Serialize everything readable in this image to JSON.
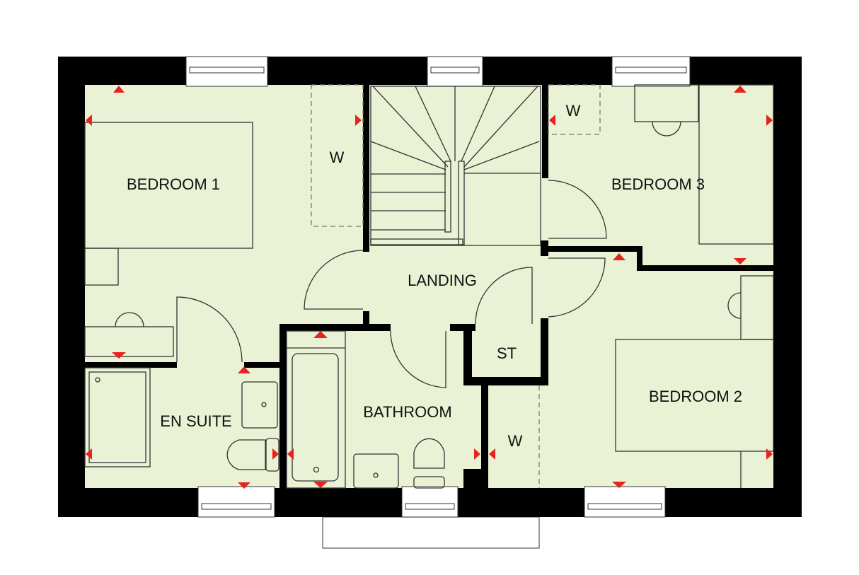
{
  "title": "First floor plan",
  "colors": {
    "floor": "#e9f2d4",
    "wall": "#000000",
    "marker": "#e8221d"
  },
  "rooms": {
    "bedroom1": "BEDROOM 1",
    "bedroom2": "BEDROOM 2",
    "bedroom3": "BEDROOM 3",
    "landing": "LANDING",
    "bathroom": "BATHROOM",
    "en_suite": "EN SUITE",
    "store": "ST",
    "wardrobe1": "W",
    "wardrobe2": "W",
    "wardrobe3": "W"
  }
}
